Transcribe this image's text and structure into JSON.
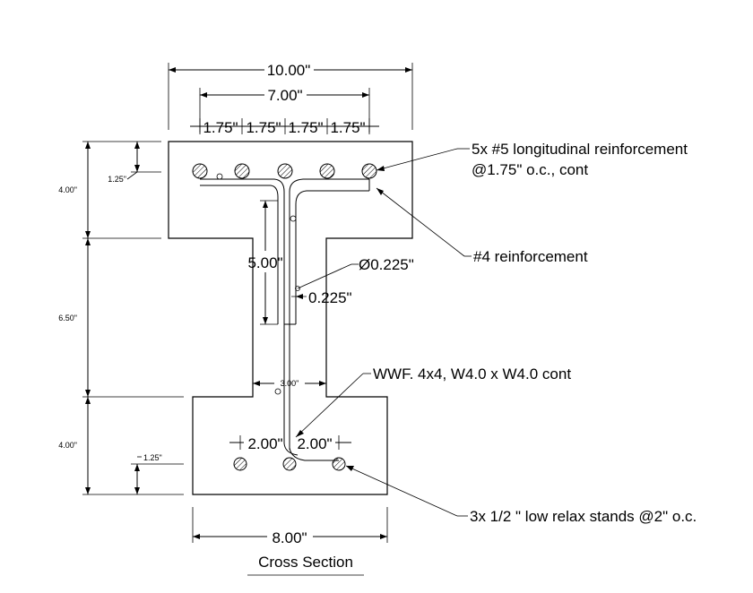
{
  "title": "Cross Section",
  "dimensions": {
    "top_width": "10.00\"",
    "bar_spacing_total": "7.00\"",
    "bar_spacing": [
      "1.75\"",
      "1.75\"",
      "1.75\"",
      "1.75\""
    ],
    "top_cover": "1.25\"",
    "top_flange_height": "4.00\"",
    "web_height": "6.50\"",
    "bottom_flange_height": "4.00\"",
    "stirrup_length": "5.00\"",
    "web_width": "3.00\"",
    "strand_spacing": [
      "2.00\"",
      "2.00\""
    ],
    "bottom_cover": "1.25\"",
    "bottom_width": "8.00\"",
    "wire_diameter": "Ø0.225\"",
    "wire_offset": "0.225\""
  },
  "callouts": {
    "longitudinal_line1": "5x #5 longitudinal reinforcement",
    "longitudinal_line2": "@1.75\" o.c., cont",
    "no4": "#4 reinforcement",
    "wwf": "WWF. 4x4, W4.0 x W4.0 cont",
    "strands": "3x 1/2  \" low relax stands @2\" o.c."
  }
}
